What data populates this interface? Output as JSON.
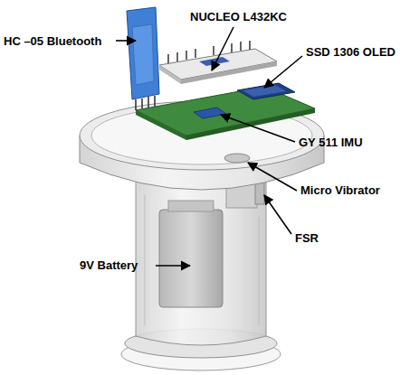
{
  "diagram": {
    "labels": [
      "HC –05 Bluetooth",
      "NUCLEO L432KC",
      "SSD 1306 OLED",
      "GY 511 IMU",
      "Micro Vibrator",
      "FSR",
      "9V Battery"
    ]
  }
}
